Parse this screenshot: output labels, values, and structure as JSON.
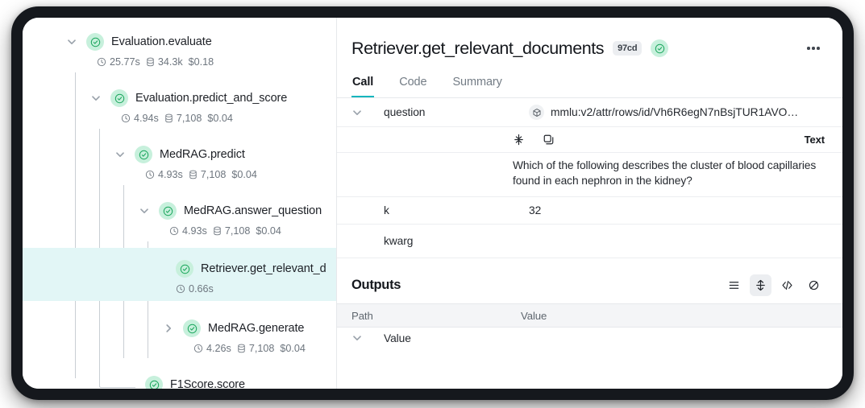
{
  "tree": {
    "nodes": [
      {
        "label": "Evaluation.evaluate",
        "duration": "25.77s",
        "tokens": "34.3k",
        "cost": "$0.18",
        "chevron": "chevron-down-icon",
        "status": "success-check-icon",
        "selected": false
      },
      {
        "label": "Evaluation.predict_and_score",
        "duration": "4.94s",
        "tokens": "7,108",
        "cost": "$0.04",
        "chevron": "chevron-down-icon",
        "status": "success-check-icon",
        "selected": false
      },
      {
        "label": "MedRAG.predict",
        "duration": "4.93s",
        "tokens": "7,108",
        "cost": "$0.04",
        "chevron": "chevron-down-icon",
        "status": "success-check-icon",
        "selected": false
      },
      {
        "label": "MedRAG.answer_question",
        "duration": "4.93s",
        "tokens": "7,108",
        "cost": "$0.04",
        "chevron": "chevron-down-icon",
        "status": "success-check-icon",
        "selected": false
      },
      {
        "label": "Retriever.get_relevant_d",
        "duration": "0.66s",
        "tokens": "",
        "cost": "",
        "chevron": "",
        "status": "success-check-icon",
        "selected": true
      },
      {
        "label": "MedRAG.generate",
        "duration": "4.26s",
        "tokens": "7,108",
        "cost": "$0.04",
        "chevron": "chevron-right-icon",
        "status": "success-check-icon",
        "selected": false
      },
      {
        "label": "F1Score.score",
        "duration": "",
        "tokens": "",
        "cost": "",
        "chevron": "",
        "status": "success-check-icon",
        "selected": false
      }
    ]
  },
  "detail": {
    "title": "Retriever.get_relevant_documents",
    "badge": "97cd",
    "status_icon": "success-check-icon",
    "more_icon": "more-horizontal-icon",
    "tabs": [
      {
        "label": "Call",
        "active": true
      },
      {
        "label": "Code",
        "active": false
      },
      {
        "label": "Summary",
        "active": false
      }
    ],
    "inputs": [
      {
        "name": "question",
        "value": "mmlu:v2/attr/rows/id/Vh6R6egN7nBsjTUR1AVO…",
        "chevron": "chevron-down-icon",
        "ref_icon": "cube-icon"
      },
      {
        "name": "k",
        "value": "32",
        "chevron": "",
        "ref_icon": ""
      },
      {
        "name": "kwarg",
        "value": "",
        "chevron": "",
        "ref_icon": ""
      }
    ],
    "text_viewer": {
      "collapse_icon": "collapse-vertical-icon",
      "copy_icon": "copy-icon",
      "format_label": "Text",
      "body": "Which of the following describes the cluster of blood capillaries found in each nephron in the kidney?"
    },
    "outputs": {
      "title": "Outputs",
      "view_icons": [
        {
          "name": "list-view-icon",
          "active": false
        },
        {
          "name": "expand-vertical-icon",
          "active": true
        },
        {
          "name": "code-view-icon",
          "active": false
        },
        {
          "name": "hide-icon",
          "active": false
        }
      ],
      "columns": [
        "Path",
        "Value"
      ],
      "rows": [
        {
          "path": "Value",
          "value": "",
          "chevron": "chevron-down-icon"
        }
      ]
    }
  },
  "colors": {
    "accent_teal": "#16b6bd",
    "selected_row": "#e2f6f6",
    "status_green": "#1aa65c",
    "status_green_bg": "#c7f0dc",
    "frame_dark": "#15181d"
  }
}
